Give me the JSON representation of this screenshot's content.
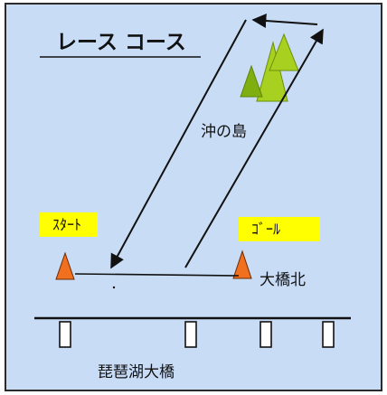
{
  "title": "レース コース",
  "labels": {
    "island": "沖の島",
    "start": "ｽﾀｰﾄ",
    "goal": "ｺﾞｰﾙ",
    "north": "大橋北",
    "bridge": "琵琶湖大橋"
  },
  "colors": {
    "water": "#c9dcf6",
    "border": "#2b2b2b",
    "line": "#111111",
    "label_highlight": "#ffff00",
    "buoy": "#f07020",
    "tree_light": "#a8d020",
    "tree_dark": "#7fae10"
  },
  "icons": [
    "start-buoy",
    "goal-buoy",
    "island-trees",
    "bridge-pillars"
  ]
}
